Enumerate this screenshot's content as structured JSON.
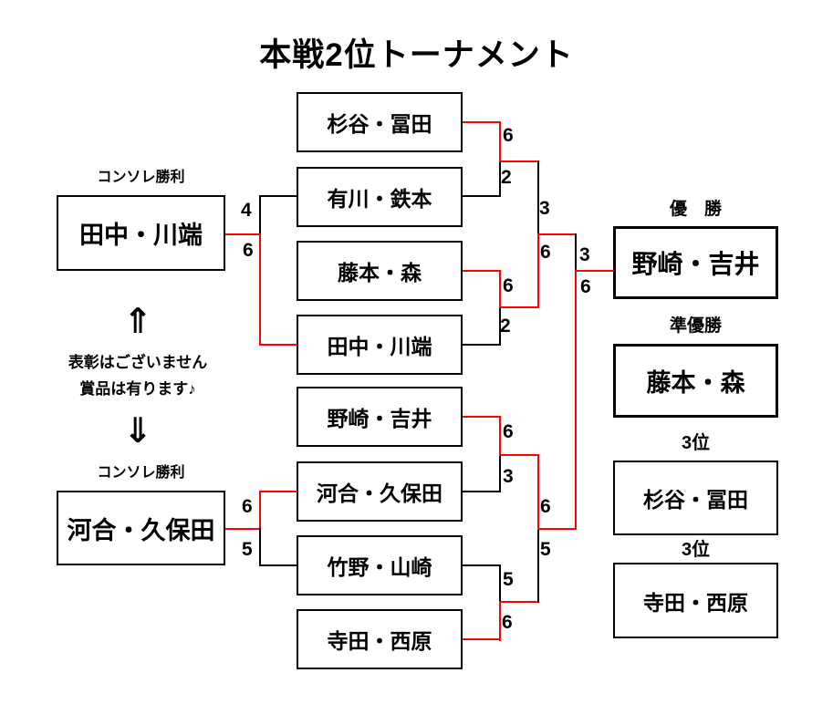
{
  "title": "本戦2位トーナメント",
  "colors": {
    "winner_path": "#ff0000",
    "bracket_line": "#000000",
    "text": "#000000",
    "background": "#ffffff"
  },
  "note": {
    "arrow_up": "⇑",
    "line1": "表彰はございません",
    "line2": "賞品は有ります♪",
    "arrow_down": "⇓"
  },
  "consolation_matches": [
    {
      "label": "コンソレ勝利",
      "winner": "田中・川端",
      "score_top": "4",
      "score_bottom": "6"
    },
    {
      "label": "コンソレ勝利",
      "winner": "河合・久保田",
      "score_top": "6",
      "score_bottom": "5"
    }
  ],
  "entrants": [
    "杉谷・冨田",
    "有川・鉄本",
    "藤本・森",
    "田中・川端",
    "野崎・吉井",
    "河合・久保田",
    "竹野・山崎",
    "寺田・西原"
  ],
  "round1": [
    {
      "top": "杉谷・冨田",
      "bottom": "有川・鉄本",
      "score_top": "6",
      "score_bottom": "2",
      "winner": "杉谷・冨田"
    },
    {
      "top": "藤本・森",
      "bottom": "田中・川端",
      "score_top": "6",
      "score_bottom": "2",
      "winner": "藤本・森"
    },
    {
      "top": "野崎・吉井",
      "bottom": "河合・久保田",
      "score_top": "6",
      "score_bottom": "3",
      "winner": "野崎・吉井"
    },
    {
      "top": "竹野・山崎",
      "bottom": "寺田・西原",
      "score_top": "5",
      "score_bottom": "6",
      "winner": "寺田・西原"
    }
  ],
  "semifinals": [
    {
      "top": "杉谷・冨田",
      "bottom": "藤本・森",
      "score_top": "3",
      "score_bottom": "6",
      "winner": "藤本・森"
    },
    {
      "top": "野崎・吉井",
      "bottom": "寺田・西原",
      "score_top": "6",
      "score_bottom": "5",
      "winner": "野崎・吉井"
    }
  ],
  "final": {
    "top": "藤本・森",
    "bottom": "野崎・吉井",
    "score_top": "3",
    "score_bottom": "6",
    "winner": "野崎・吉井"
  },
  "results": [
    {
      "label": "優　勝",
      "team": "野崎・吉井"
    },
    {
      "label": "準優勝",
      "team": "藤本・森"
    },
    {
      "label": "3位",
      "team": "杉谷・冨田"
    },
    {
      "label": "3位",
      "team": "寺田・西原"
    }
  ]
}
